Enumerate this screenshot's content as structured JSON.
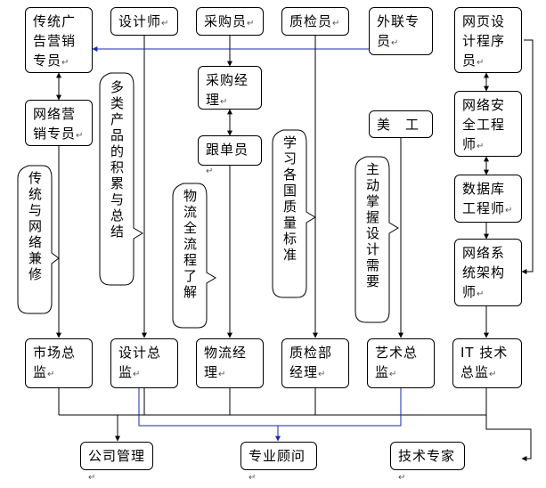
{
  "boxes": {
    "traditional_ad": "传统广告营销专员",
    "designer": "设计师",
    "purchaser": "采购员",
    "inspector": "质检员",
    "liaison": "外联专员",
    "web_programmer": "网页设计程序员",
    "online_marketing": "网络营销专员",
    "purchase_manager": "采购经理",
    "follow_up": "跟单员",
    "artist": "美　工",
    "net_security": "网络安全工程师",
    "db_engineer": "数据库工程师",
    "net_architect": "网络系统架构师",
    "market_director": "市场总监",
    "design_director": "设计总监",
    "logistics_manager": "物流经理",
    "qc_manager": "质检部经理",
    "art_director": "艺术总监",
    "it_director": "IT 技术总监",
    "company_mgmt": "公司管理",
    "consultant": "专业顾问",
    "tech_expert": "技术专家"
  },
  "notes": {
    "note1": "传统与网络兼修",
    "note2": "多类产品的积累与总结",
    "note3": "物流全流程了解",
    "note4": "学习各国质量标准",
    "note5": "主动掌握设计需要"
  },
  "mark": "↵"
}
